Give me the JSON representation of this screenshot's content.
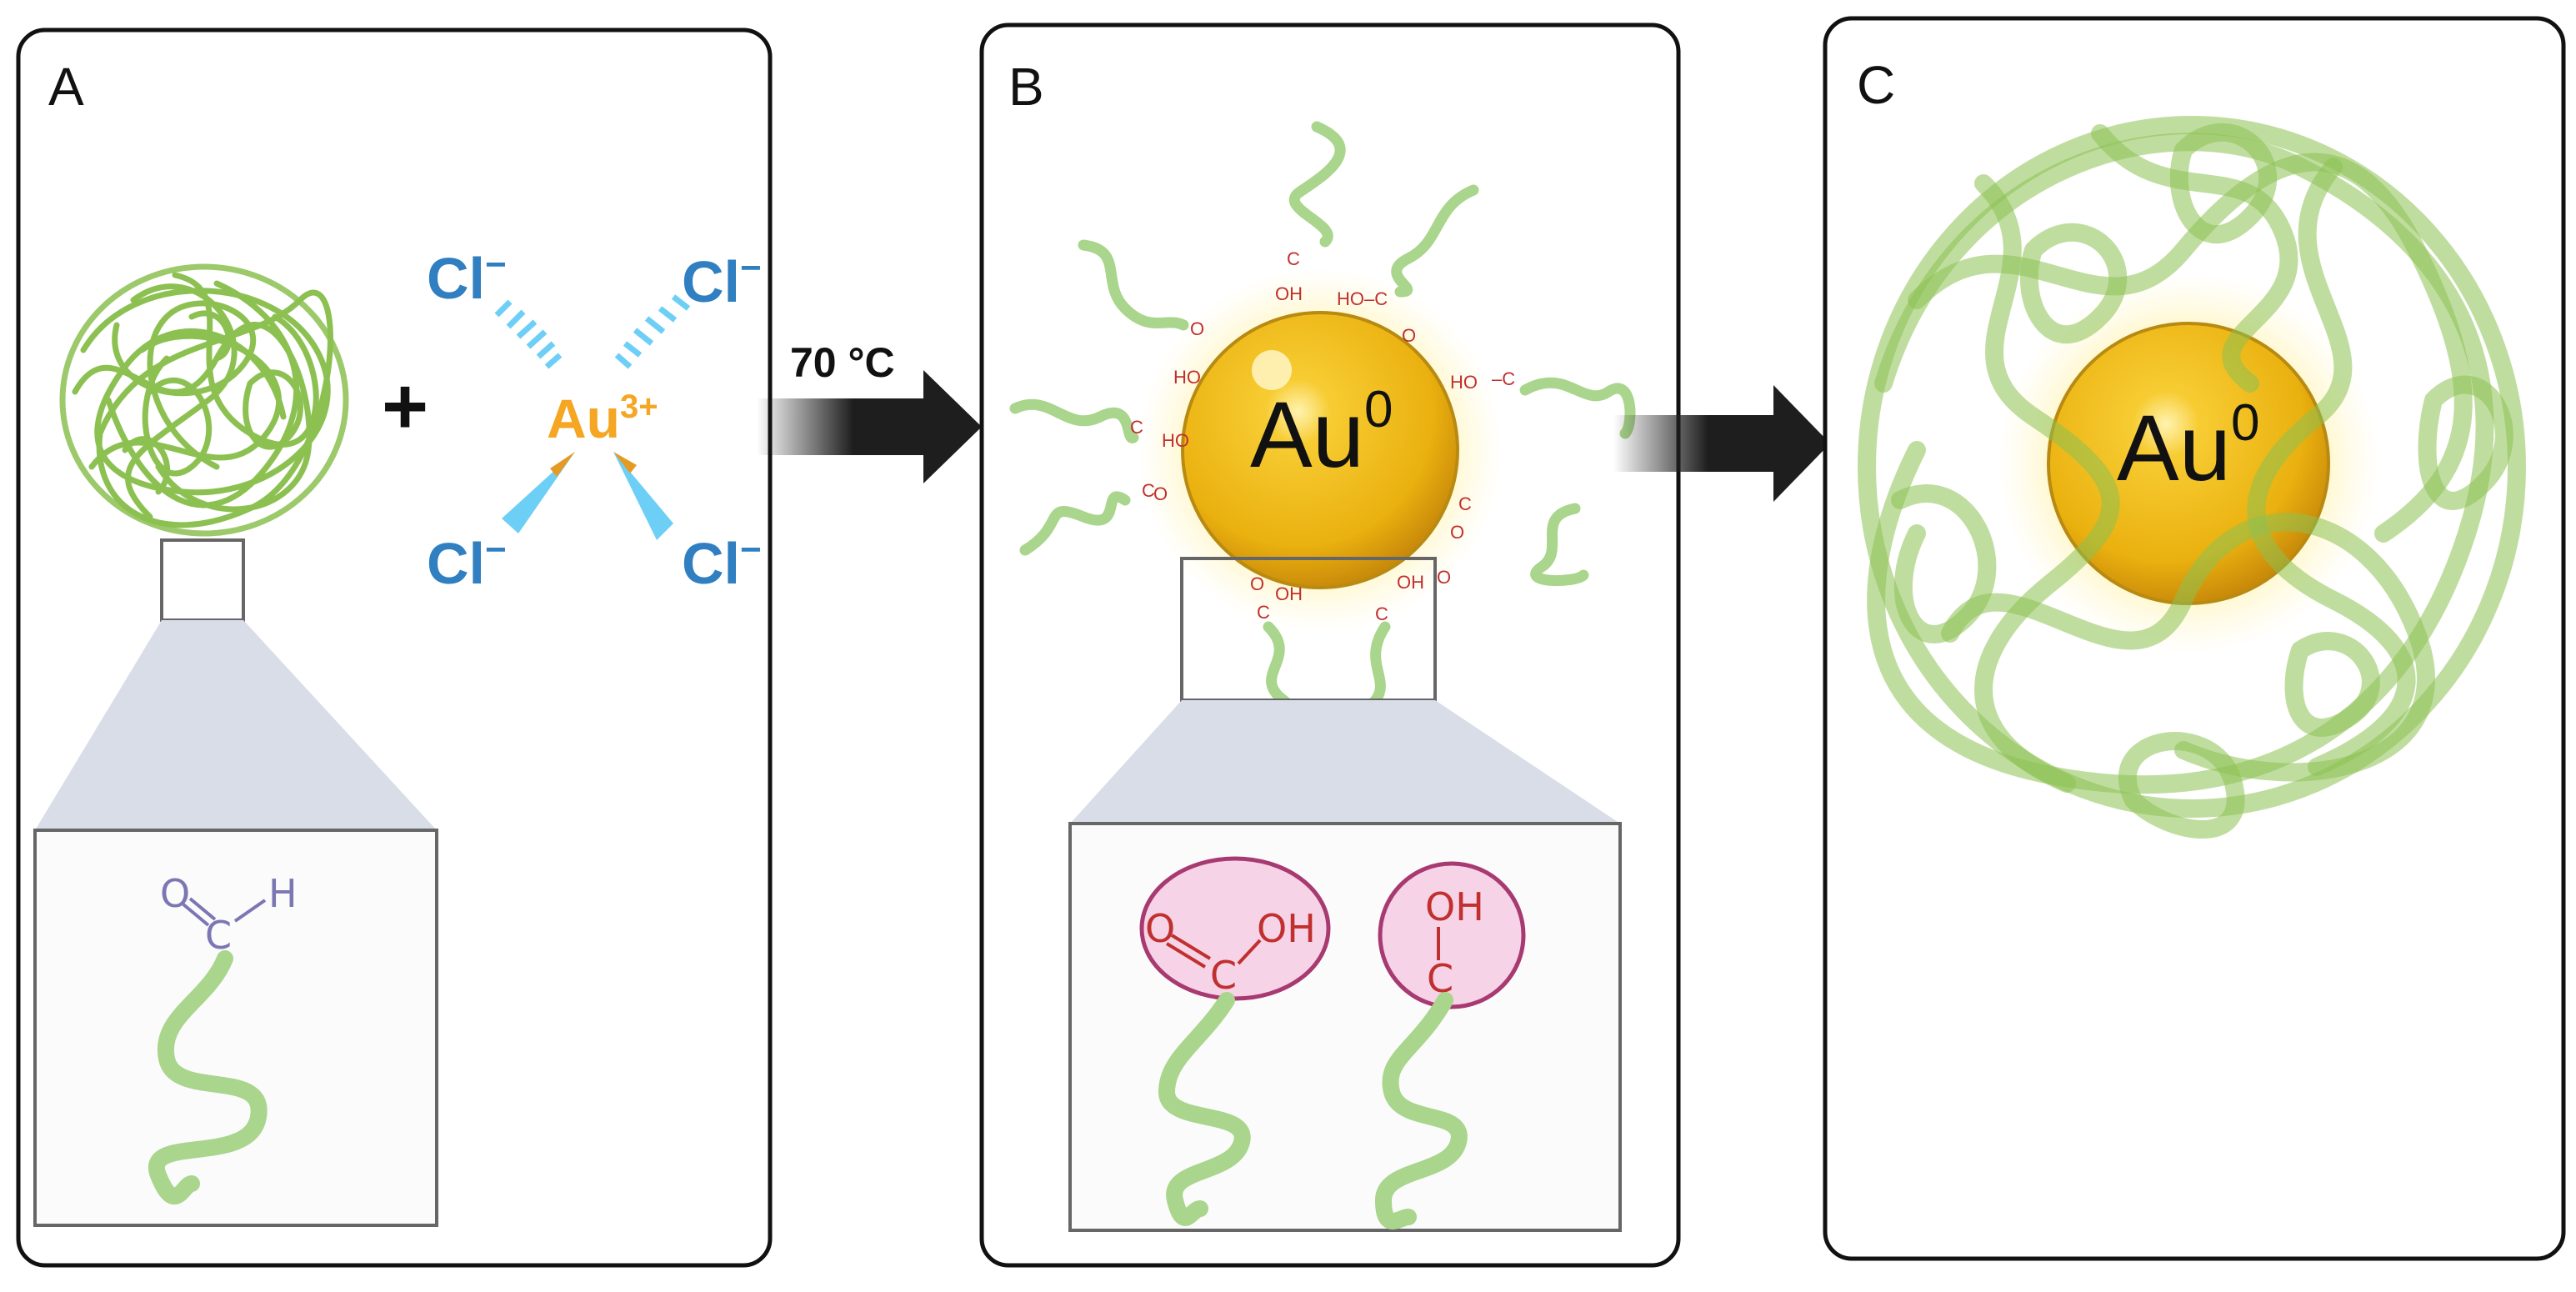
{
  "panels": [
    {
      "letter": "A"
    },
    {
      "letter": "B"
    },
    {
      "letter": "C"
    }
  ],
  "reaction": {
    "plus": "+",
    "condition": "70 °C"
  },
  "gold_complex": {
    "center": "Au",
    "center_charge": "3+",
    "ligand": "Cl",
    "ligand_charge": "−",
    "center_color": "#f5a623",
    "ligand_color": "#2f7fc1"
  },
  "nanoparticle": {
    "symbol": "Au",
    "superscript": "0",
    "color": "#f0b40f"
  },
  "aldehyde": {
    "o": "O",
    "c": "C",
    "h": "H",
    "color": "#7b76b4"
  },
  "surface_groups": {
    "color": "#c0302f",
    "fill": "#f6d3e6",
    "stroke": "#a83a72",
    "carboxyl": {
      "o": "O",
      "c": "C",
      "oh": "OH"
    },
    "hydroxyl": {
      "c": "C",
      "oh": "OH"
    }
  },
  "colors": {
    "polymer": "#8cc152",
    "polymer_light": "#a9d58c",
    "arrow": "#1e1e1e"
  }
}
